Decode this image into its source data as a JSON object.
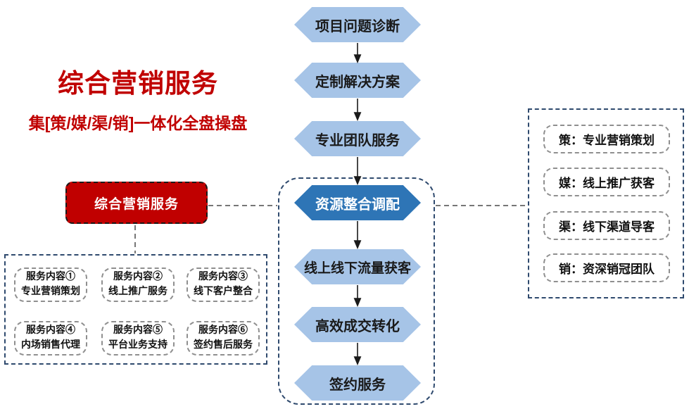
{
  "header": {
    "title": "综合营销服务",
    "subtitle": "集[策/媒/渠/销]一体化全盘操盘"
  },
  "red_node": {
    "label": "综合营销服务"
  },
  "flow": {
    "steps": [
      {
        "label": "项目问题诊断"
      },
      {
        "label": "定制解决方案"
      },
      {
        "label": "专业团队服务"
      },
      {
        "label": "资源整合调配"
      },
      {
        "label": "线上线下流量获客"
      },
      {
        "label": "高效成交转化"
      },
      {
        "label": "签约服务"
      }
    ]
  },
  "services": {
    "items": [
      {
        "title": "服务内容①",
        "desc": "专业营销策划"
      },
      {
        "title": "服务内容②",
        "desc": "线上推广服务"
      },
      {
        "title": "服务内容③",
        "desc": "线下客户整合"
      },
      {
        "title": "服务内容④",
        "desc": "内场销售代理"
      },
      {
        "title": "服务内容⑤",
        "desc": "平台业务支持"
      },
      {
        "title": "服务内容⑥",
        "desc": "签约售后服务"
      }
    ]
  },
  "pillars": {
    "items": [
      {
        "label": "策：专业营销策划"
      },
      {
        "label": "媒：线上推广获客"
      },
      {
        "label": "渠：线下渠道导客"
      },
      {
        "label": "销：资深销冠团队"
      }
    ]
  },
  "colors": {
    "brand_red": "#C00000",
    "hex_light_blue": "#A6C4E7",
    "hex_dark_blue": "#2E75B6",
    "dashed_navy": "#2F4A6E",
    "inner_box_dash_gray": "#8f8f8f"
  }
}
